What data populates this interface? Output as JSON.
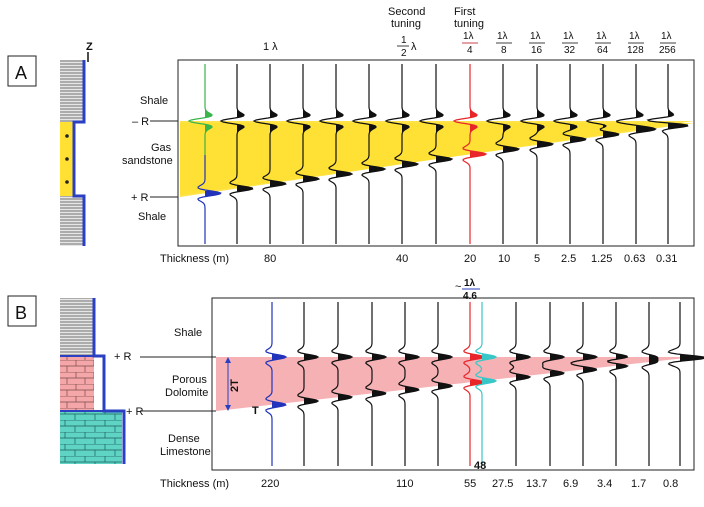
{
  "panel_a": {
    "badge": "A",
    "depth_axis": "Z",
    "header": {
      "one_lambda": "1 λ",
      "second_tuning_line1": "Second",
      "second_tuning_line2": "tuning",
      "half_lambda_num": "1",
      "half_lambda_den": "2",
      "half_lambda_sym": "λ",
      "first_tuning_line1": "First",
      "first_tuning_line2": "tuning"
    },
    "fractions": [
      {
        "num": "1λ",
        "den": "4"
      },
      {
        "num": "1λ",
        "den": "8"
      },
      {
        "num": "1λ",
        "den": "16"
      },
      {
        "num": "1λ",
        "den": "32"
      },
      {
        "num": "1λ",
        "den": "64"
      },
      {
        "num": "1λ",
        "den": "128"
      },
      {
        "num": "1λ",
        "den": "256"
      }
    ],
    "layers": {
      "top": "Shale",
      "mid_line1": "Gas",
      "mid_line2": "sandstone",
      "bottom": "Shale"
    },
    "refl_top": "– R",
    "refl_bottom": "+ R",
    "thickness_label": "Thickness (m)",
    "thickness_values": [
      "80",
      "40",
      "20",
      "10",
      "5",
      "2.5",
      "1.25",
      "0.63",
      "0.31"
    ],
    "colors": {
      "wedge": "#ffe033",
      "top_wavelet": "#3ab54a",
      "bottom_wavelet": "#2233bb",
      "first_tuning": "#e8262a",
      "log_fill": "#ffe033",
      "log_border": "#2a3fc2"
    }
  },
  "panel_b": {
    "badge": "B",
    "fraction": {
      "num": "1λ",
      "den": "4.6"
    },
    "layers": {
      "top": "Shale",
      "mid_line1": "Porous",
      "mid_line2": "Dolomite",
      "bottom_line1": "Dense",
      "bottom_line2": "Limestone"
    },
    "refl_top": "+ R",
    "refl_bottom": "+ R",
    "two_t": "2T",
    "t_label": "T",
    "trace_value": "48",
    "thickness_label": "Thickness (m)",
    "thickness_values": [
      "220",
      "110",
      "55",
      "27.5",
      "13.7",
      "6.9",
      "3.4",
      "1.7",
      "0.8"
    ],
    "colors": {
      "wedge": "#f5a9ad",
      "left_wavelet": "#2233bb",
      "red_trace": "#e8262a",
      "cyan_trace": "#38c7c7",
      "dolomite": "#f4a6a8",
      "limestone": "#5fd4c4"
    }
  }
}
